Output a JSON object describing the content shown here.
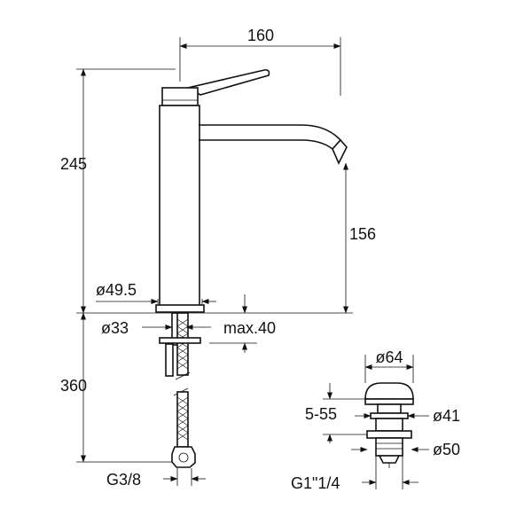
{
  "dimensions": {
    "width_top": "160",
    "height_total": "245",
    "spout_height": "156",
    "body_diameter": "ø49.5",
    "thread_diameter": "ø33",
    "deck_thickness": "max.40",
    "hose_length": "360",
    "hose_thread": "G3/8",
    "waste_cap_diameter": "ø64",
    "waste_range": "5-55",
    "waste_diameter_41": "ø41",
    "waste_diameter_50": "ø50",
    "waste_thread": "G1\"1/4"
  },
  "colors": {
    "ink": "#111111",
    "background": "#ffffff"
  }
}
